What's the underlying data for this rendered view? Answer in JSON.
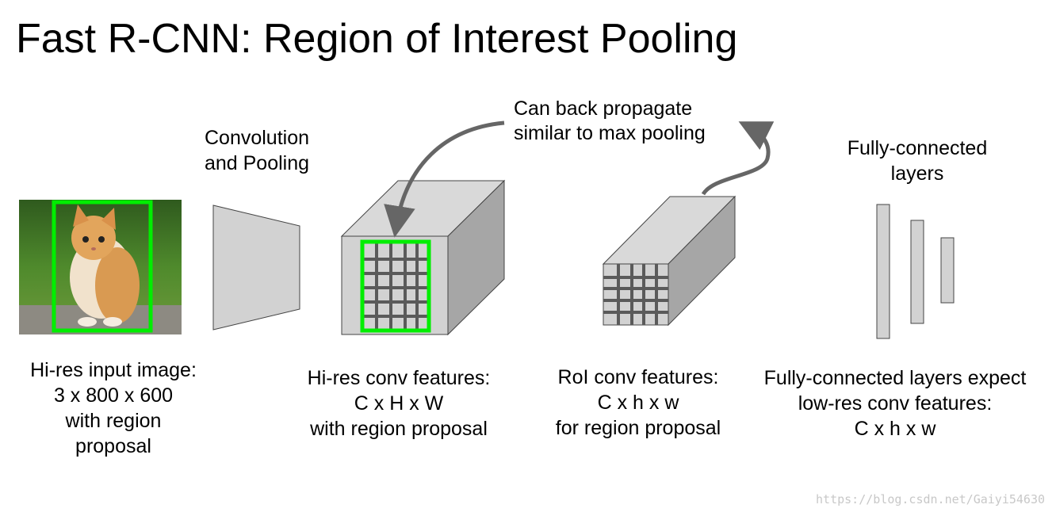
{
  "title": "Fast R-CNN: Region of Interest Pooling",
  "labels": {
    "conv_pool": [
      "Convolution",
      "and Pooling"
    ],
    "backprop": [
      "Can back propagate",
      "similar to max pooling"
    ],
    "fc_top": [
      "Fully-connected",
      "layers"
    ],
    "input": [
      "Hi-res input image:",
      "3 x 800 x 600",
      "with region",
      "proposal"
    ],
    "hires": [
      "Hi-res conv features:",
      "C x H x W",
      "with region proposal"
    ],
    "roi": [
      "RoI conv features:",
      "C x h x w",
      "for region proposal"
    ],
    "fc_bottom": [
      "Fully-connected layers expect",
      "low-res conv features:",
      "C x h x w"
    ]
  },
  "watermark": "https://blog.csdn.net/Gaiyi54630",
  "colors": {
    "proposal_box": "#00ee00",
    "block_front": "#d2d2d2",
    "block_side": "#a6a6a6",
    "grid": "#5a5a5a",
    "arrow": "#666666"
  }
}
